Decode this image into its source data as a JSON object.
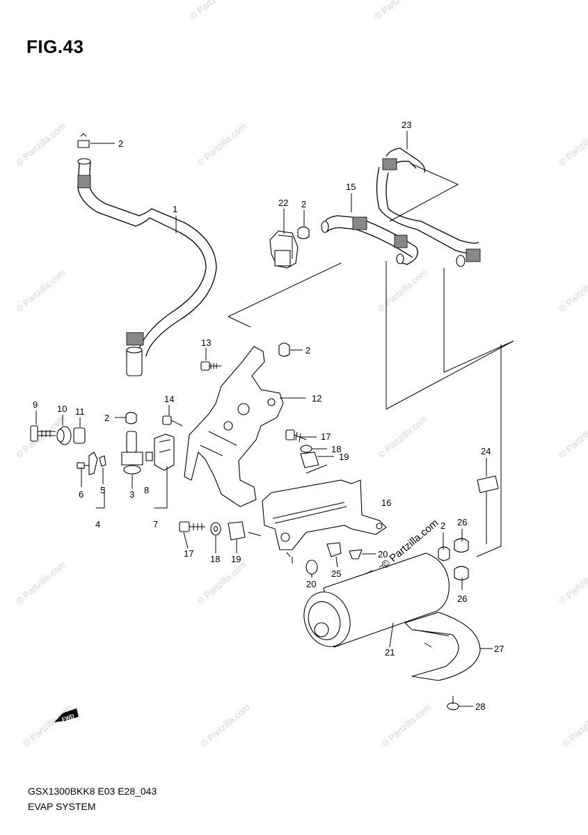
{
  "figure_title": "FIG.43",
  "footer": {
    "code": "GSX1300BKK8 E03 E28_043",
    "system_name": "EVAP SYSTEM"
  },
  "watermark_text": "© Partzilla.com",
  "canister_stamp": "© Partzilla.com",
  "direction_badge": "FWD",
  "callouts": [
    {
      "id": "c2a",
      "text": "2"
    },
    {
      "id": "c1",
      "text": "1"
    },
    {
      "id": "c22",
      "text": "22"
    },
    {
      "id": "c2b",
      "text": "2"
    },
    {
      "id": "c15",
      "text": "15"
    },
    {
      "id": "c23",
      "text": "23"
    },
    {
      "id": "c13",
      "text": "13"
    },
    {
      "id": "c2c",
      "text": "2"
    },
    {
      "id": "c12",
      "text": "12"
    },
    {
      "id": "c9",
      "text": "9"
    },
    {
      "id": "c10",
      "text": "10"
    },
    {
      "id": "c11",
      "text": "11"
    },
    {
      "id": "c2d",
      "text": "2"
    },
    {
      "id": "c14",
      "text": "14"
    },
    {
      "id": "c17a",
      "text": "17"
    },
    {
      "id": "c18a",
      "text": "18"
    },
    {
      "id": "c19a",
      "text": "19"
    },
    {
      "id": "c24",
      "text": "24"
    },
    {
      "id": "c6",
      "text": "6"
    },
    {
      "id": "c5",
      "text": "5"
    },
    {
      "id": "c3",
      "text": "3"
    },
    {
      "id": "c8",
      "text": "8"
    },
    {
      "id": "c4",
      "text": "4"
    },
    {
      "id": "c7",
      "text": "7"
    },
    {
      "id": "c16",
      "text": "16"
    },
    {
      "id": "c17b",
      "text": "17"
    },
    {
      "id": "c18b",
      "text": "18"
    },
    {
      "id": "c19b",
      "text": "19"
    },
    {
      "id": "c20a",
      "text": "20"
    },
    {
      "id": "c25",
      "text": "25"
    },
    {
      "id": "c20b",
      "text": "20"
    },
    {
      "id": "c2e",
      "text": "2"
    },
    {
      "id": "c26a",
      "text": "26"
    },
    {
      "id": "c26b",
      "text": "26"
    },
    {
      "id": "c21",
      "text": "21"
    },
    {
      "id": "c27",
      "text": "27"
    },
    {
      "id": "c28",
      "text": "28"
    }
  ]
}
